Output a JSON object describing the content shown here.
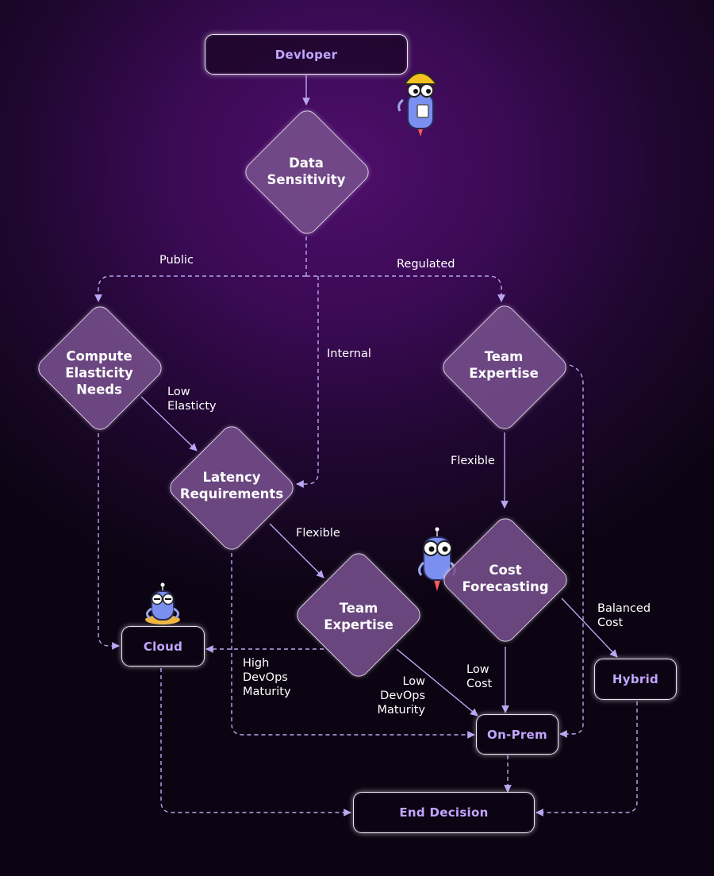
{
  "nodes": {
    "developer": "Devloper",
    "data_sensitivity": "Data\nSensitivity",
    "compute_elasticity": "Compute\nElasticity\nNeeds",
    "team_expertise_right": "Team\nExpertise",
    "latency_requirements": "Latency\nRequirements",
    "team_expertise_center": "Team\nExpertise",
    "cost_forecasting": "Cost\nForecasting",
    "cloud": "Cloud",
    "hybrid": "Hybrid",
    "on_prem": "On-Prem",
    "end_decision": "End Decision"
  },
  "edges": {
    "public": "Public",
    "regulated": "Regulated",
    "internal": "Internal",
    "low_elasticity": "Low\nElasticty",
    "flexible_1": "Flexible",
    "flexible_2": "Flexible",
    "high_devops": "High\nDevOps\nMaturity",
    "low_devops": "Low\nDevOps\nMaturity",
    "low_cost": "Low\nCost",
    "balanced_cost": "Balanced\nCost"
  },
  "colors": {
    "accent_text": "#c2a6ff",
    "arrow": "#b9a6f2",
    "diamond_fill": "#76508c"
  },
  "icons": [
    "robot-mascot-hardhat-icon",
    "robot-mascot-meditating-icon",
    "robot-mascot-jetpack-icon"
  ]
}
